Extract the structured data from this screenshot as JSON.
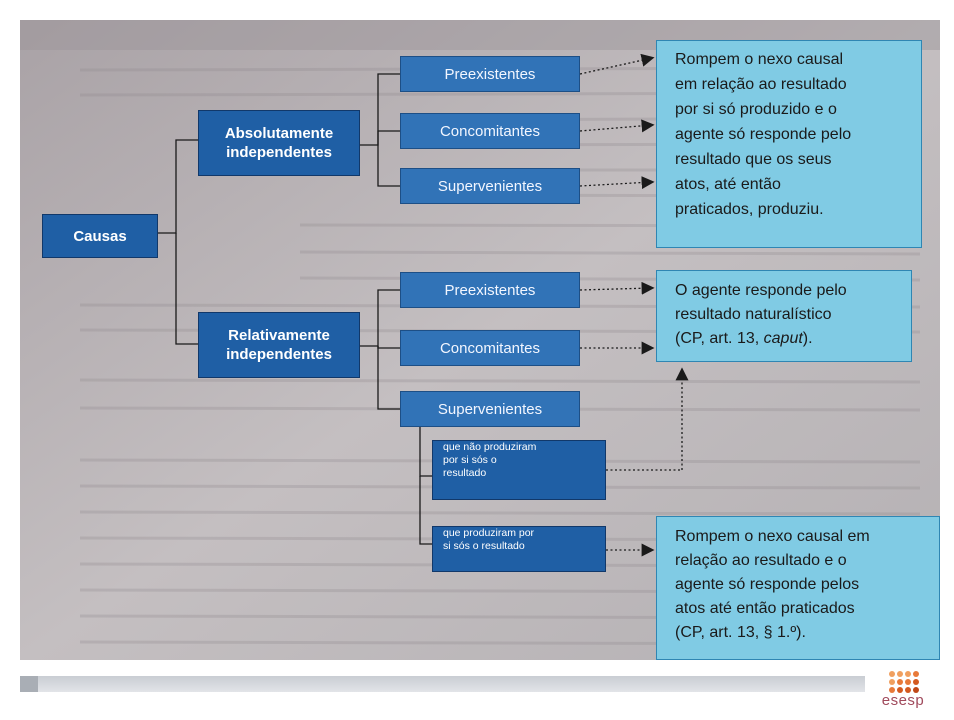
{
  "root": {
    "label": "Causas"
  },
  "categories": [
    {
      "label_line1": "Absolutamente",
      "label_line2": "independentes",
      "subcauses": [
        "Preexistentes",
        "Concomitantes",
        "Supervenientes"
      ]
    },
    {
      "label_line1": "Relativamente",
      "label_line2": "independentes",
      "subcauses": [
        "Preexistentes",
        "Concomitantes",
        "Supervenientes"
      ]
    }
  ],
  "superveniente_branches": [
    {
      "line1": "que não produziram",
      "line2": "por si sós o",
      "line3": "resultado"
    },
    {
      "line1": "que produziram por",
      "line2": "si sós o resultado"
    }
  ],
  "results": {
    "absolute": [
      "Rompem o nexo causal",
      "em relação ao resultado",
      "por si só produzido e o",
      "agente só responde pelo",
      "resultado que os seus",
      "atos, até então",
      "praticados, produziu."
    ],
    "relative": {
      "line1": "O agente responde pelo",
      "line2": "resultado naturalístico",
      "line3_prefix": "(CP, art. 13, ",
      "line3_italic": "caput",
      "line3_suffix": ")."
    },
    "supervening": [
      "Rompem o nexo causal em",
      "relação ao resultado e o",
      "agente só responde pelos",
      "atos  até então praticados",
      "(CP, art. 13, § 1.º)."
    ]
  },
  "logo": {
    "text": "esesp"
  },
  "colors": {
    "dark_box": "#1f5fa5",
    "mid_box": "#3173b7",
    "result_box": "#80cbe4"
  }
}
